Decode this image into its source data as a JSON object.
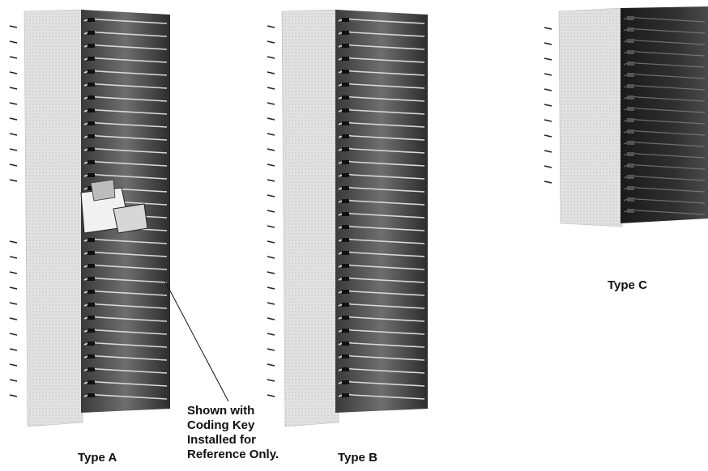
{
  "labels": {
    "type_a": "Type A",
    "type_b": "Type B",
    "type_c": "Type C"
  },
  "callout": {
    "line1": "Shown with",
    "line2": "Coding Key",
    "line3": "Installed for",
    "line4": "Reference Only."
  },
  "colors": {
    "ink": "#111111",
    "light_face": "#e3e3e3",
    "mid_face": "#9a9a9a",
    "dark_face": "#2a2a2a"
  }
}
